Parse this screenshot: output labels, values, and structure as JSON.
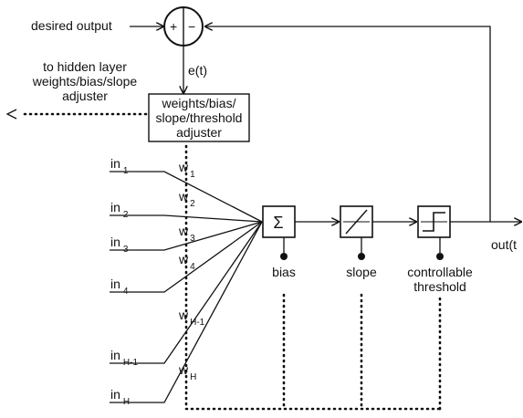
{
  "labels": {
    "desired_output": "desired output",
    "error": "e(t)",
    "hidden_note_line1": "to hidden layer",
    "hidden_note_line2": "weights/bias/slope",
    "hidden_note_line3": "adjuster",
    "adjuster_line1": "weights/bias/",
    "adjuster_line2": "slope/threshold",
    "adjuster_line3": "adjuster",
    "output": "out(t",
    "bias": "bias",
    "slope": "slope",
    "threshold_line1": "controllable",
    "threshold_line2": "threshold"
  },
  "comparator": {
    "plus": "+",
    "minus": "−"
  },
  "blocks": {
    "sum_symbol": "Σ"
  },
  "inputs": [
    {
      "base": "in",
      "sub": "1"
    },
    {
      "base": "in",
      "sub": "2"
    },
    {
      "base": "in",
      "sub": "3"
    },
    {
      "base": "in",
      "sub": "4"
    },
    {
      "base": "in",
      "sub": "H-1"
    },
    {
      "base": "in",
      "sub": "H"
    }
  ],
  "weights": [
    {
      "base": "w",
      "sub": "1"
    },
    {
      "base": "w",
      "sub": "2"
    },
    {
      "base": "w",
      "sub": "3"
    },
    {
      "base": "w",
      "sub": "4"
    },
    {
      "base": "w",
      "sub": "H-1"
    },
    {
      "base": "w",
      "sub": "H"
    }
  ]
}
